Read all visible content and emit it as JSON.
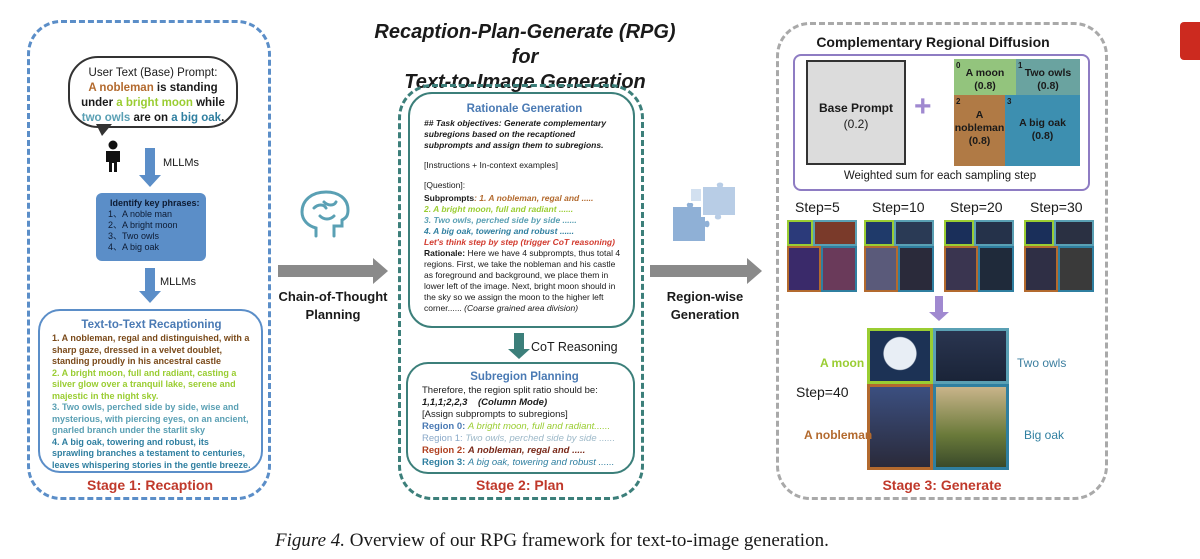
{
  "header": {
    "title_line1": "Recaption-Plan-Generate (RPG) for",
    "title_line2": "Text-to-Image Generation"
  },
  "stage1": {
    "prompt_title": "User Text (Base) Prompt:",
    "prompt_p1": "A nobleman",
    "prompt_p2": " is standing",
    "prompt_p3": "under ",
    "prompt_p4": "a bright moon",
    "prompt_p5": " while",
    "prompt_p6": "two owls",
    "prompt_p7": " are on ",
    "prompt_p8": "a big oak",
    "prompt_p9": ".",
    "mllm_label_1": "MLLMs",
    "mllm_label_2": "MLLMs",
    "key_title": "Identify key phrases:",
    "key_items": [
      "1、A noble man",
      "2、A bright moon",
      "3、Two owls",
      "4、A big oak"
    ],
    "recap_title": "Text-to-Text Recaptioning",
    "recap_items": [
      "1. A nobleman, regal and distinguished, with a sharp gaze, dressed in a velvet doublet, standing proudly in his ancestral castle",
      "2. A bright moon, full and radiant, casting a silver glow over a tranquil lake, serene and majestic in the night sky.",
      "3. Two owls, perched side by side, wise and mysterious, with piercing eyes, on an ancient, gnarled branch under the starlit sky",
      "4. A big oak, towering and robust, its sprawling branches a testament to centuries, leaves whispering stories in the gentle breeze."
    ],
    "stage_label": "Stage 1: Recaption"
  },
  "cot": {
    "label_1": "Chain-of-Thought",
    "label_2": "Planning"
  },
  "stage2": {
    "rationale_title": "Rationale Generation",
    "task": "## Task objectives: Generate complementary subregions based on the recaptioned subprompts and assign them to subregions.",
    "instructions": "[Instructions + In-context examples]",
    "question": "[Question]:",
    "subprompts_label": "Subprompts",
    "sub_1": ": 1. A nobleman, regal and .....",
    "sub_2": "2. A bright moon, full and radiant ......",
    "sub_3": "3. Two owls, perched side by side ......",
    "sub_4": "4. A big oak, towering and robust ......",
    "think": "Let's think step by step (trigger CoT reasoning)",
    "rationale_label": "Rationale:",
    "rationale_text": " Here we have 4 subprompts, thus total 4 regions. First, we take the nobleman and his castle as foreground and background, we place them in lower left of the image. Next, bright moon should in the sky so we assign the moon to the higher left corner......",
    "rationale_end": " (Coarse grained area division)",
    "cot_reasoning": "CoT Reasoning",
    "plan_title": "Subregion Planning",
    "plan_line1": "Therefore, the region split ratio should be:",
    "plan_ratio": "1,1,1;2,2,3",
    "plan_mode": "(Column Mode)",
    "plan_assign": "[Assign subprompts to subregions]",
    "regions": [
      {
        "label": "Region 0:",
        "text": "A bright moon, full and  radiant......"
      },
      {
        "label": "Region 1:",
        "text": "Two owls, perched side by side ......"
      },
      {
        "label": "Region 2:",
        "text": "A nobleman, regal and ....."
      },
      {
        "label": "Region 3:",
        "text": "A big oak, towering and robust  ......"
      }
    ],
    "stage_label": "Stage 2: Plan"
  },
  "regionwise": {
    "label_1": "Region-wise",
    "label_2": "Generation"
  },
  "stage3": {
    "title": "Complementary Regional Diffusion",
    "base_prompt": "Base Prompt",
    "base_weight": "(0.2)",
    "plus": "+",
    "cells": [
      {
        "idx": "0",
        "name": "A moon",
        "weight": "(0.8)"
      },
      {
        "idx": "1",
        "name": "Two owls",
        "weight": "(0.8)"
      },
      {
        "idx": "2",
        "name": "A nobleman",
        "weight": "(0.8)"
      },
      {
        "idx": "3",
        "name": "A big oak",
        "weight": "(0.8)"
      }
    ],
    "weighted": "Weighted sum for each sampling step",
    "steps": [
      "Step=5",
      "Step=10",
      "Step=20",
      "Step=30"
    ],
    "step40": "Step=40",
    "lbl_moon": "A moon",
    "lbl_owls": "Two owls",
    "lbl_noble": "A nobleman",
    "lbl_oak": "Big oak",
    "stage_label": "Stage 3: Generate"
  },
  "caption": {
    "fig": "Figure 4.",
    "text": " Overview of our RPG framework for text-to-image generation."
  },
  "colors": {
    "stage1_border": "#5b8ec8",
    "stage2_border": "#3c7f7a",
    "stage3_border": "#a9a9a9",
    "stage_label": "#c0392b",
    "nobleman": "#b36a2e",
    "moon": "#9acd32",
    "owls": "#5aa0b4",
    "oak": "#2f7fa0",
    "moon_cell": "#93c47d",
    "owls_cell": "#6aa3a0",
    "noble_cell": "#b07a45",
    "oak_cell": "#3d8fb0"
  }
}
